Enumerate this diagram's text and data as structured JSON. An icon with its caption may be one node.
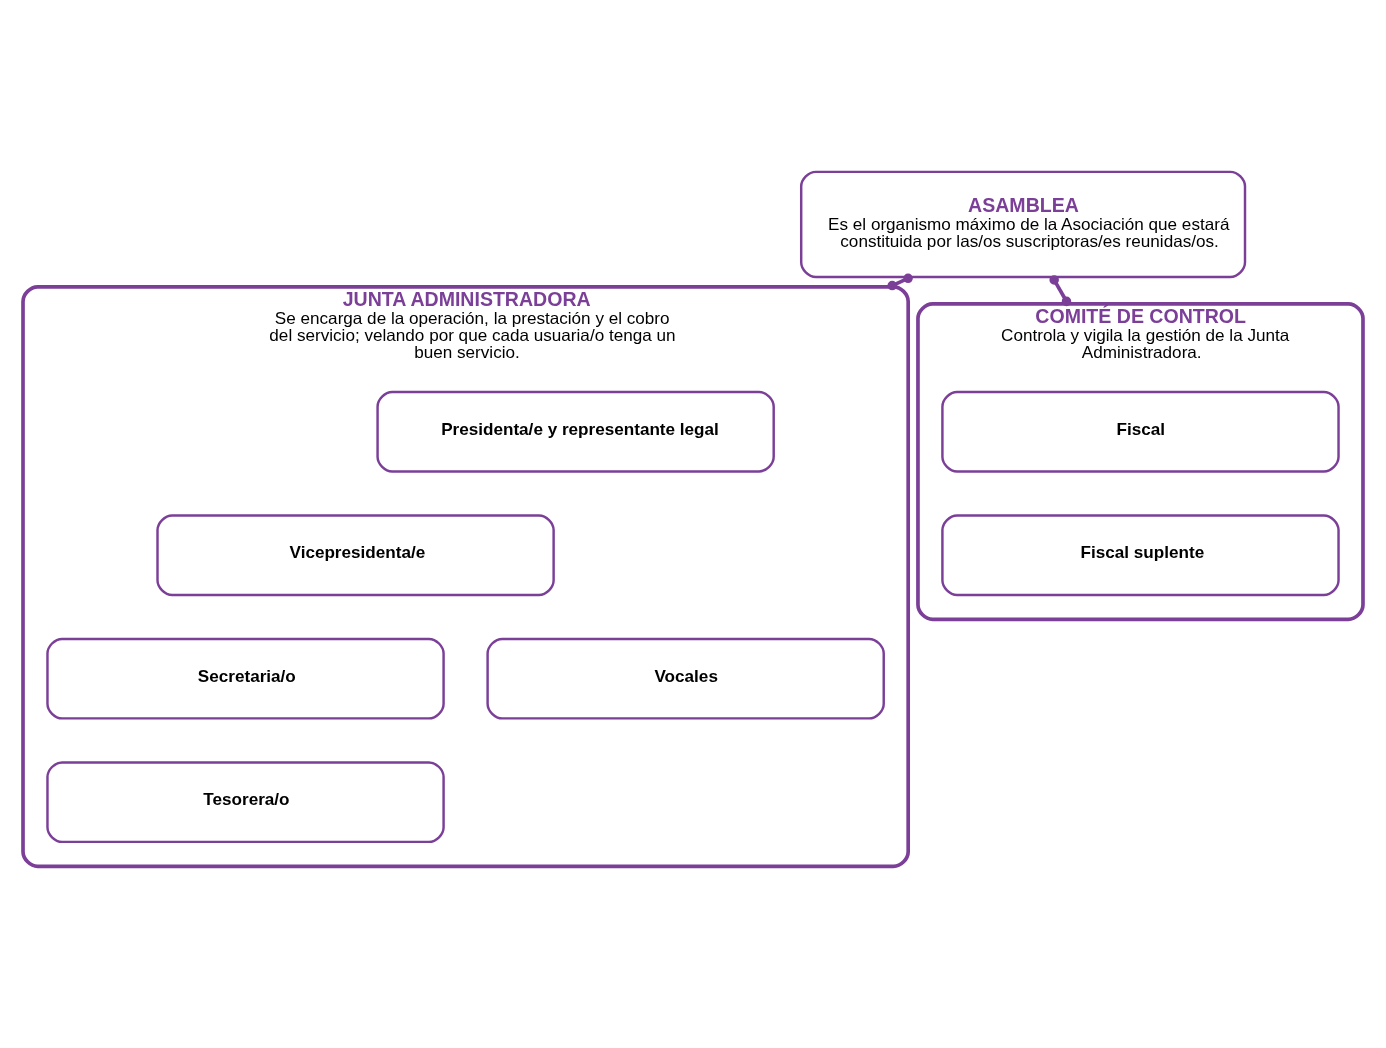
{
  "diagram": {
    "nodes": [
      {
        "text": [
          "ASAMBLEA",
          "Es el organismo máximo de la Asociación que estará constituida por las/os suscriptoras/es reunidas/os."
        ]
      },
      {
        "text": [
          "JUNTA ADMINISTRADORA",
          "Se encarga de la operación, la prestación y el cobro del servicio; velando por que cada usuaria/o tenga un buen servicio."
        ]
      },
      {
        "text": [
          "COMITÉ DE CONTROL",
          "Controla y vigila la gestión de la Junta Administradora."
        ]
      },
      {
        "text": [
          "Presidenta/e y representante legal"
        ],
        "in": 1
      },
      {
        "text": [
          "Vicepresidenta/e"
        ],
        "in": 1
      },
      {
        "text": [
          "Secretaria/o"
        ],
        "in": 1
      },
      {
        "text": [
          "Tesorera/o"
        ],
        "in": 1
      },
      {
        "text": [
          "Fiscal"
        ],
        "in": 2
      },
      {
        "text": [
          "Fiscal suplente"
        ],
        "in": 2
      },
      {
        "text": [
          "Vocales"
        ],
        "in": 1
      }
    ],
    "edges": [
      {
        "from": 0,
        "to": 1,
        "arrow": "other"
      },
      {
        "from": 0,
        "to": 2,
        "arrow": "other"
      }
    ]
  }
}
